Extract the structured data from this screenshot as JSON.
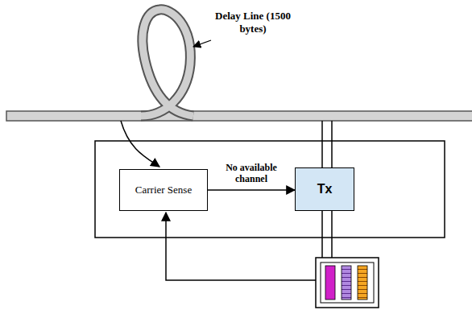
{
  "diagram": {
    "nodes": [
      {
        "text": [
          "Carrier Sense"
        ]
      },
      {
        "text": [
          "Tx"
        ]
      }
    ],
    "edges": [
      {
        "from": 0,
        "to": 1,
        "arrow": "to",
        "label": "No available channel"
      }
    ],
    "labels": [
      "Delay Line (1500 bytes)"
    ]
  }
}
